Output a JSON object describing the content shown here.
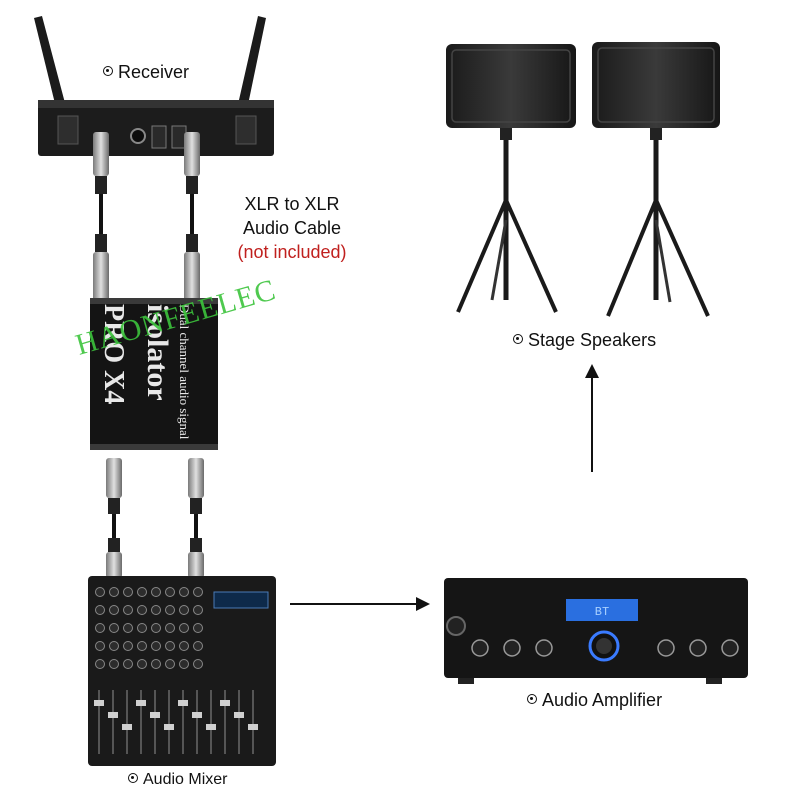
{
  "labels": {
    "receiver": "Receiver",
    "stage_speakers": "Stage Speakers",
    "audio_amplifier": "Audio Amplifier",
    "audio_mixer": "Audio Mixer"
  },
  "cable_note": {
    "line1": "XLR to XLR",
    "line2": "Audio Cable",
    "line3": "(not included)"
  },
  "isolator": {
    "model": "PRO X4",
    "name": "isolator",
    "subtitle": "Dual channel audio signal"
  },
  "watermark": "HAONFEELEC",
  "amplifier_display": "BT",
  "colors": {
    "note_red": "#c0201e",
    "watermark_green": "#3cc43c",
    "display_blue": "#2a6fe0"
  }
}
